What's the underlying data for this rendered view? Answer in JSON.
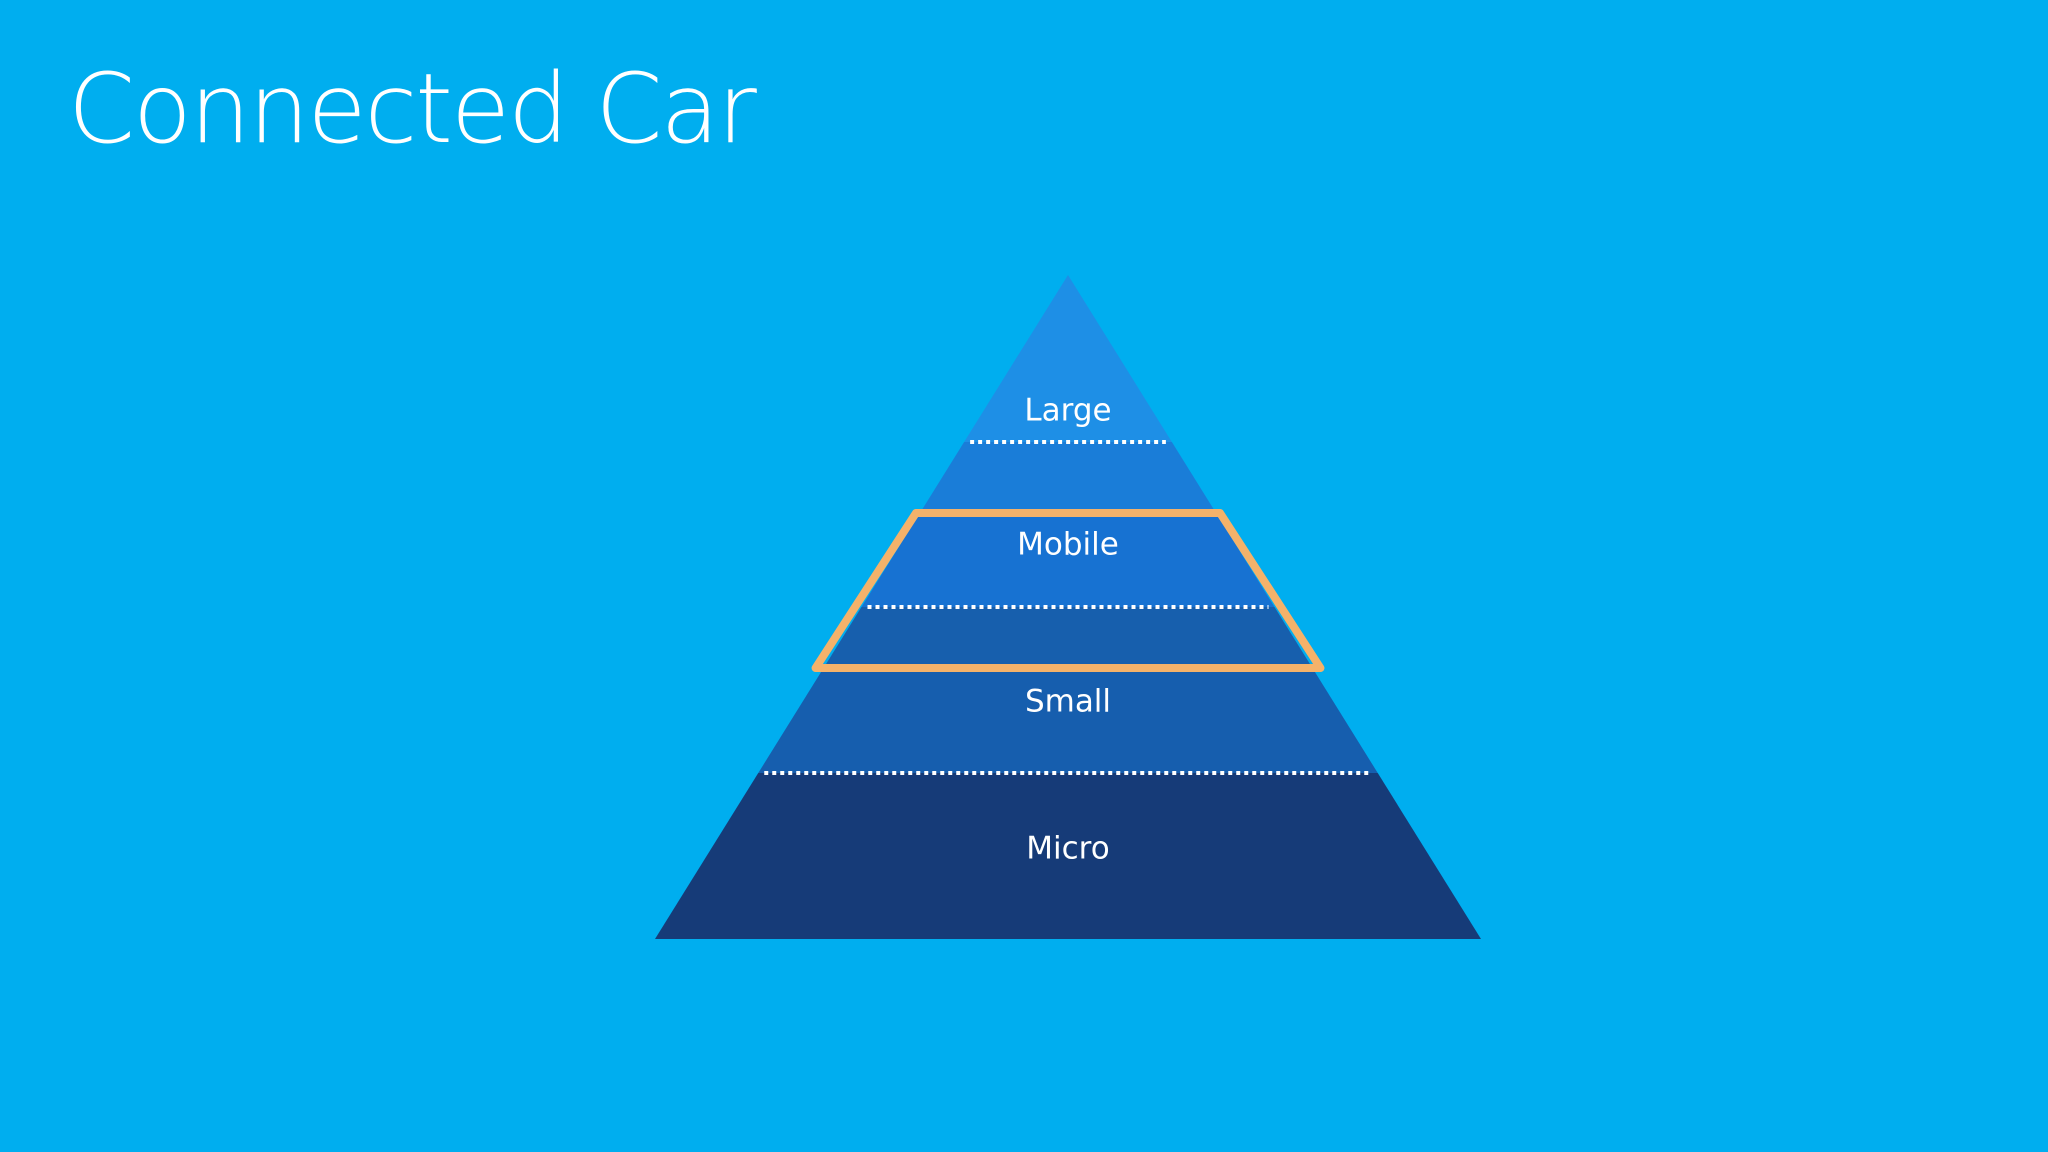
{
  "title": "Connected Car",
  "pyramid": {
    "tiers": [
      {
        "label": "Large",
        "color": "#1E8FE6"
      },
      {
        "label": "",
        "color": "#1A7DD8"
      },
      {
        "label": "Mobile",
        "color": "#1772D2"
      },
      {
        "label": "",
        "color": "#175FAD"
      },
      {
        "label": "Small",
        "color": "#165EAE"
      },
      {
        "label": "Micro",
        "color": "#163B78"
      }
    ],
    "highlight_color": "#F4B26A",
    "divider_color": "#FFFFFF"
  },
  "background_color": "#00AEEF"
}
